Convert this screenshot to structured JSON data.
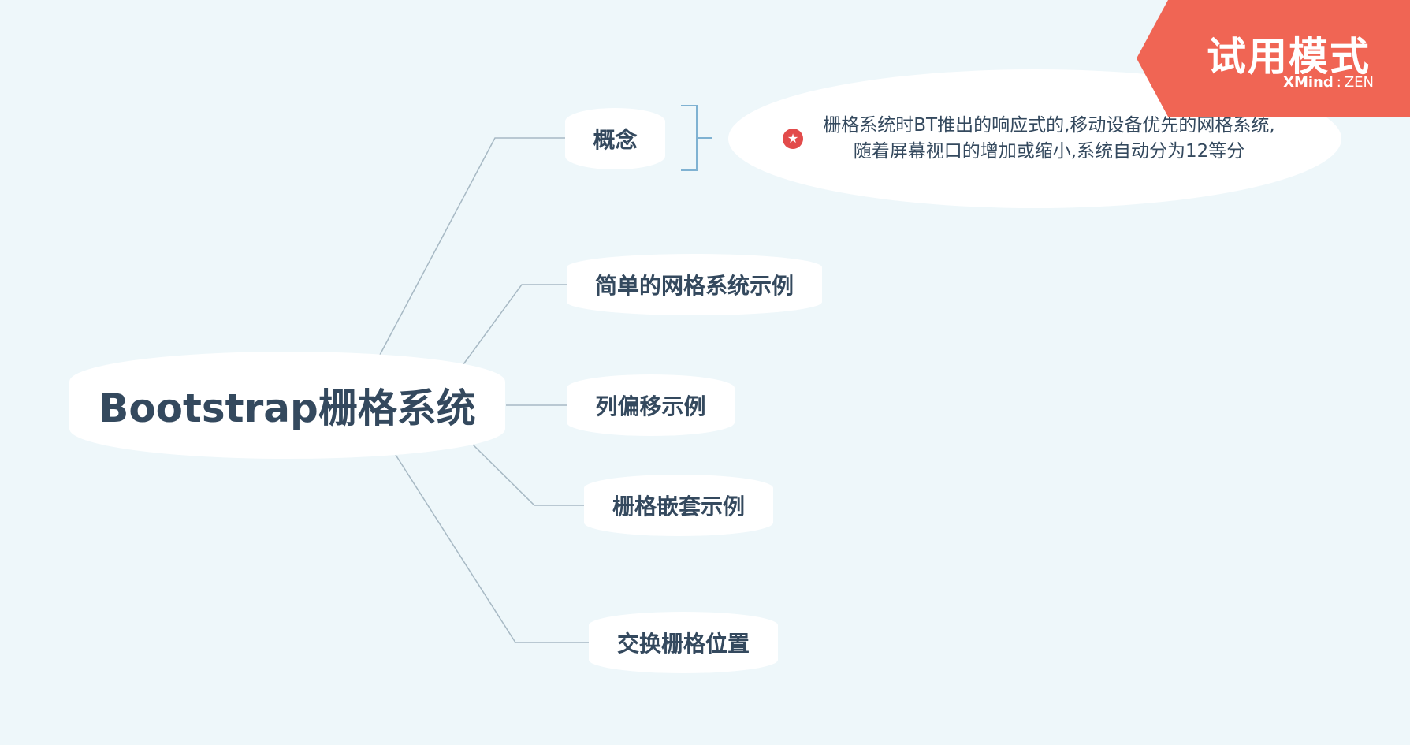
{
  "mindmap": {
    "root": "Bootstrap栅格系统",
    "topics": [
      "概念",
      "简单的网格系统示例",
      "列偏移示例",
      "栅格嵌套示例",
      "交换栅格位置"
    ],
    "note": {
      "line1": "栅格系统时BT推出的响应式的,移动设备优先的网格系统,",
      "line2": "随着屏幕视口的增加或缩小,系统自动分为12等分",
      "marker_icon": "star-icon"
    }
  },
  "watermark": {
    "title": "试用模式",
    "brand": "XMind",
    "separator": ":",
    "edition": "ZEN"
  },
  "colors": {
    "background": "#eef7fa",
    "node": "#ffffff",
    "text": "#34495e",
    "connector": "#a7b9c4",
    "bracket": "#7fb2d2",
    "marker": "#e24b4b",
    "watermark": "#f06554"
  }
}
